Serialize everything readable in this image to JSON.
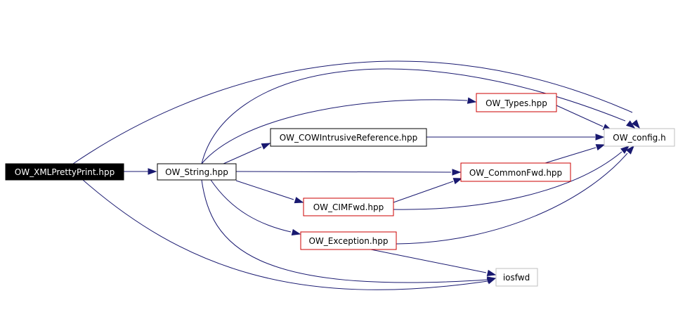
{
  "colors": {
    "edge": "#191970",
    "root_fill": "#000000",
    "root_text": "#ffffff",
    "normal_border": "#000000",
    "truncated_border": "#cc0000",
    "leaf_border": "#bfbfbf",
    "text": "#000000"
  },
  "nodes": {
    "xmlprettyprint": {
      "label": "OW_XMLPrettyPrint.hpp",
      "kind": "root"
    },
    "string": {
      "label": "OW_String.hpp",
      "kind": "normal"
    },
    "types": {
      "label": "OW_Types.hpp",
      "kind": "truncated"
    },
    "cowintrusive": {
      "label": "OW_COWIntrusiveReference.hpp",
      "kind": "normal"
    },
    "config": {
      "label": "OW_config.h",
      "kind": "leaf"
    },
    "commonfwd": {
      "label": "OW_CommonFwd.hpp",
      "kind": "truncated"
    },
    "cimfwd": {
      "label": "OW_CIMFwd.hpp",
      "kind": "truncated"
    },
    "exception": {
      "label": "OW_Exception.hpp",
      "kind": "truncated"
    },
    "iosfwd": {
      "label": "iosfwd",
      "kind": "leaf"
    }
  },
  "edges": [
    {
      "from": "xmlprettyprint",
      "to": "string"
    },
    {
      "from": "xmlprettyprint",
      "to": "config"
    },
    {
      "from": "xmlprettyprint",
      "to": "iosfwd"
    },
    {
      "from": "string",
      "to": "types"
    },
    {
      "from": "string",
      "to": "cowintrusive"
    },
    {
      "from": "string",
      "to": "config"
    },
    {
      "from": "string",
      "to": "commonfwd"
    },
    {
      "from": "string",
      "to": "cimfwd"
    },
    {
      "from": "string",
      "to": "exception"
    },
    {
      "from": "string",
      "to": "iosfwd"
    },
    {
      "from": "types",
      "to": "config"
    },
    {
      "from": "cowintrusive",
      "to": "config"
    },
    {
      "from": "commonfwd",
      "to": "config"
    },
    {
      "from": "cimfwd",
      "to": "commonfwd"
    },
    {
      "from": "cimfwd",
      "to": "config"
    },
    {
      "from": "exception",
      "to": "config"
    },
    {
      "from": "exception",
      "to": "iosfwd"
    }
  ]
}
